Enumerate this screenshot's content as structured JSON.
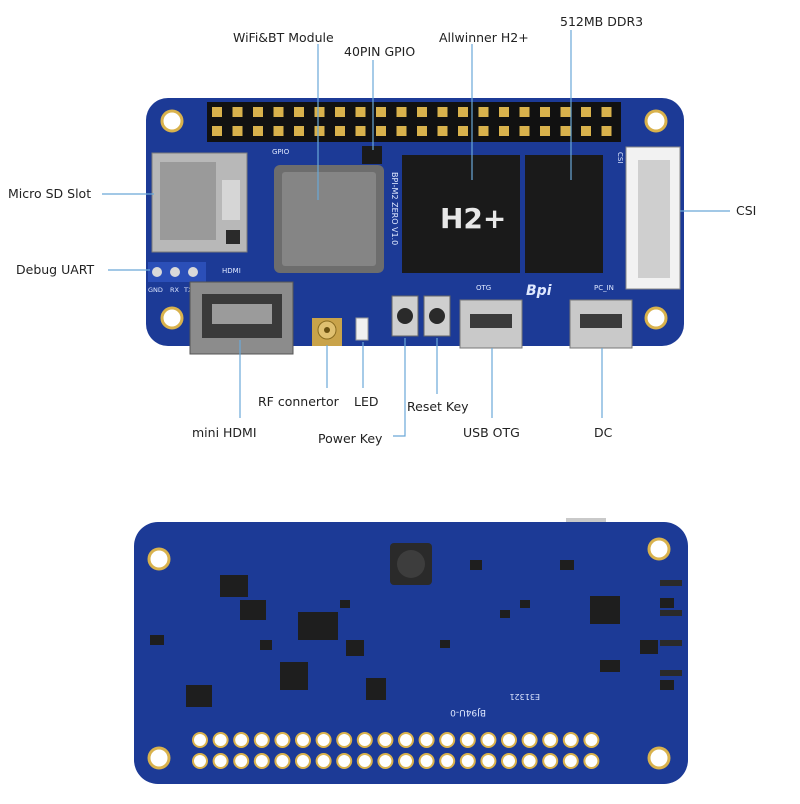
{
  "labels": {
    "wifi_bt": "WiFi&BT Module",
    "gpio40": "40PIN GPIO",
    "soc": "Allwinner H2+",
    "ram": "512MB DDR3",
    "microsd": "Micro SD Slot",
    "debug_uart": "Debug UART",
    "csi": "CSI",
    "rf": "RF connertor",
    "led": "LED",
    "reset": "Reset Key",
    "mini_hdmi": "mini HDMI",
    "power": "Power Key",
    "usb_otg": "USB OTG",
    "dc": "DC"
  },
  "silkscreen": {
    "gpio": "GPIO",
    "hdmi": "HDMI",
    "gnd": "GND",
    "rx": "RX",
    "tx": "TX",
    "board_name": "BPI-M2 ZERO V1.0",
    "otg": "OTG",
    "pc_in": "PC_IN",
    "csi": "CSI",
    "logo": "Bpi",
    "chip_mark": "H2+",
    "back_model": "BJ94U-0",
    "back_date": "E31321"
  },
  "colors": {
    "board": "#1c3a96",
    "board_dark": "#142c7a",
    "gold": "#d9b24c",
    "chip": "#1a1a1a",
    "silver": "#c9c9c9"
  }
}
